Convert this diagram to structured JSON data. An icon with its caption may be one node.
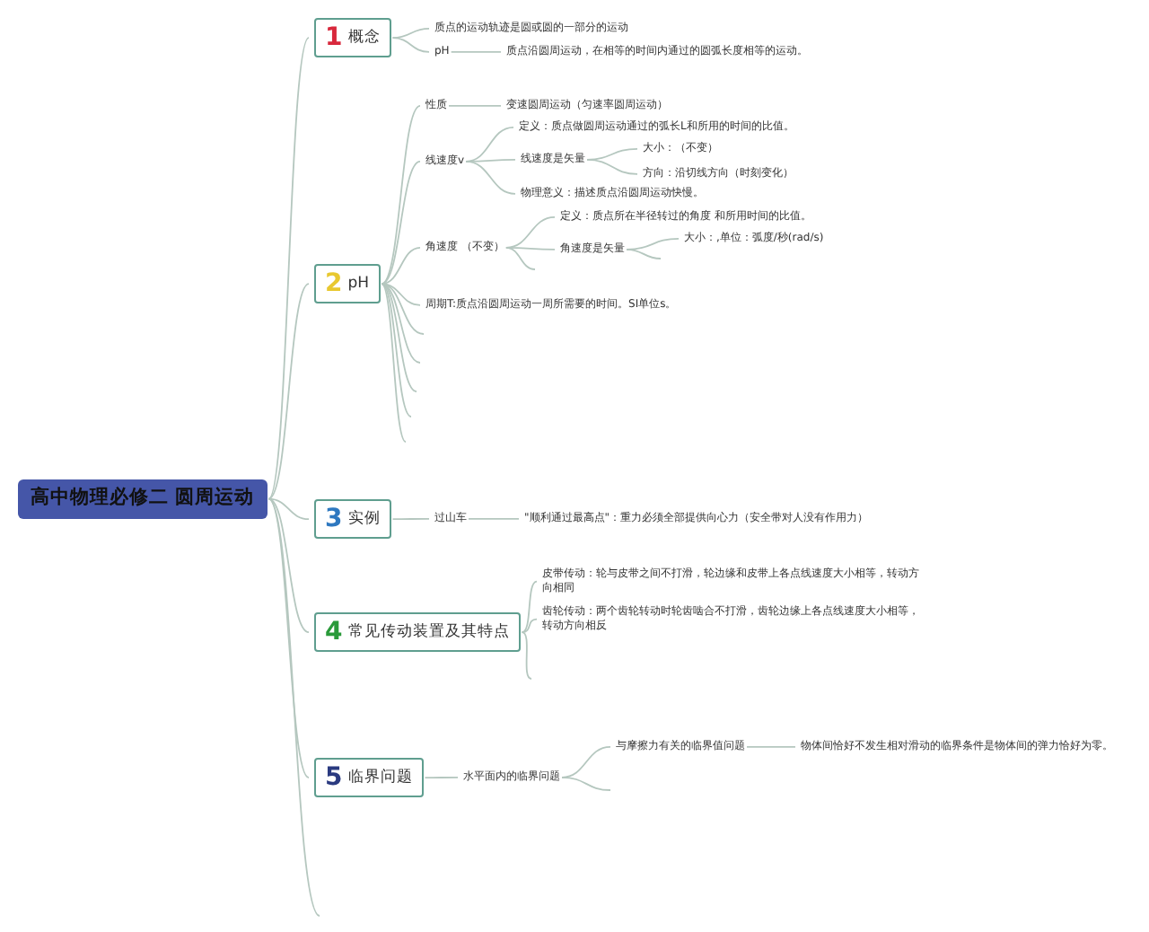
{
  "diagram": {
    "nodes": [
      {
        "text": [
          "高中物理必修二 圆周运动"
        ]
      },
      {
        "text": [
          "1",
          "概念"
        ]
      },
      {
        "text": [
          "质点的运动轨迹是圆或圆的一部分的运动"
        ]
      },
      {
        "text": [
          "pH"
        ]
      },
      {
        "text": [
          "质点沿圆周运动，在相等的时间内通过的圆弧长度相等的运动。"
        ]
      },
      {
        "text": [
          "2",
          "pH"
        ]
      },
      {
        "text": [
          "性质"
        ]
      },
      {
        "text": [
          "变速圆周运动（匀速率圆周运动）"
        ]
      },
      {
        "text": [
          "线速度v"
        ]
      },
      {
        "text": [
          "定义：质点做圆周运动通过的弧长L和所用的时间的比值。"
        ]
      },
      {
        "text": [
          "线速度是矢量"
        ]
      },
      {
        "text": [
          "大小：（不变）"
        ]
      },
      {
        "text": [
          "方向：沿切线方向（时刻变化）"
        ]
      },
      {
        "text": [
          "物理意义：描述质点沿圆周运动快慢。"
        ]
      },
      {
        "text": [
          "角速度 （不变）"
        ]
      },
      {
        "text": [
          "定义：质点所在半径转过的角度 和所用时间的比值。"
        ]
      },
      {
        "text": [
          "角速度是矢量"
        ]
      },
      {
        "text": [
          "大小：,单位：弧度/秒(rad/s)"
        ]
      },
      {
        "text": [
          "周期T:质点沿圆周运动一周所需要的时间。SI单位s。"
        ]
      },
      {
        "text": [
          "3",
          "实例"
        ]
      },
      {
        "text": [
          "过山车"
        ]
      },
      {
        "text": [
          "\"顺利通过最高点\"：重力必须全部提供向心力（安全带对人没有作用力）"
        ]
      },
      {
        "text": [
          "4",
          "常见传动装置及其特点"
        ]
      },
      {
        "text": [
          "皮带传动：轮与皮带之间不打滑，轮边缘和皮带上各点线速度大小相等，转动方向相同"
        ]
      },
      {
        "text": [
          "齿轮传动：两个齿轮转动时轮齿啮合不打滑，齿轮边缘上各点线速度大小相等，转动方向相反"
        ]
      },
      {
        "text": [
          "5",
          "临界问题"
        ]
      },
      {
        "text": [
          "水平面内的临界问题"
        ]
      },
      {
        "text": [
          "与摩擦力有关的临界值问题"
        ]
      },
      {
        "text": [
          "物体间恰好不发生相对滑动的临界条件是物体间的弹力恰好为零。"
        ]
      }
    ],
    "edges": [
      {
        "from": 0,
        "to": 1,
        "arrow": "none"
      },
      {
        "from": 0,
        "to": 5,
        "arrow": "none"
      },
      {
        "from": 0,
        "to": 19,
        "arrow": "none"
      },
      {
        "from": 0,
        "to": 22,
        "arrow": "none"
      },
      {
        "from": 0,
        "to": 25,
        "arrow": "none"
      },
      {
        "from": 1,
        "to": 2,
        "arrow": "none"
      },
      {
        "from": 1,
        "to": 3,
        "arrow": "none"
      },
      {
        "from": 3,
        "to": 4,
        "arrow": "none"
      },
      {
        "from": 5,
        "to": 6,
        "arrow": "none"
      },
      {
        "from": 6,
        "to": 7,
        "arrow": "none"
      },
      {
        "from": 5,
        "to": 8,
        "arrow": "none"
      },
      {
        "from": 8,
        "to": 9,
        "arrow": "none"
      },
      {
        "from": 8,
        "to": 10,
        "arrow": "none"
      },
      {
        "from": 10,
        "to": 11,
        "arrow": "none"
      },
      {
        "from": 10,
        "to": 12,
        "arrow": "none"
      },
      {
        "from": 8,
        "to": 13,
        "arrow": "none"
      },
      {
        "from": 5,
        "to": 14,
        "arrow": "none"
      },
      {
        "from": 14,
        "to": 15,
        "arrow": "none"
      },
      {
        "from": 14,
        "to": 16,
        "arrow": "none"
      },
      {
        "from": 16,
        "to": 17,
        "arrow": "none"
      },
      {
        "from": 5,
        "to": 18,
        "arrow": "none"
      },
      {
        "from": 19,
        "to": 20,
        "arrow": "none"
      },
      {
        "from": 20,
        "to": 21,
        "arrow": "none"
      },
      {
        "from": 22,
        "to": 23,
        "arrow": "none"
      },
      {
        "from": 22,
        "to": 24,
        "arrow": "none"
      },
      {
        "from": 25,
        "to": 26,
        "arrow": "none"
      },
      {
        "from": 26,
        "to": 27,
        "arrow": "none"
      },
      {
        "from": 27,
        "to": 28,
        "arrow": "none"
      }
    ]
  }
}
